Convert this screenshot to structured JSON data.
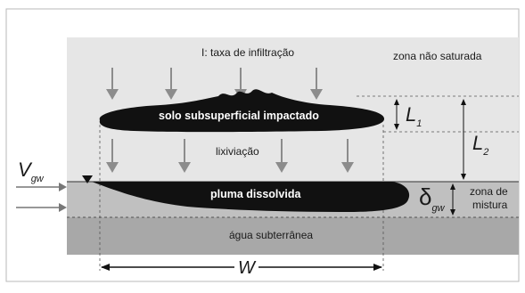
{
  "labels": {
    "infiltration": "I: taxa de infiltração",
    "unsaturated_zone": "zona não saturada",
    "impacted_soil": "solo subsuperficial impactado",
    "leaching": "lixiviação",
    "dissolved_plume": "pluma dissolvida",
    "mixing_zone_line1": "zona de",
    "mixing_zone_line2": "mistura",
    "groundwater": "água subterrânea"
  },
  "symbols": {
    "v_main": "V",
    "v_sub": "gw",
    "l1_main": "L",
    "l1_sub": "1",
    "l2_main": "L",
    "l2_sub": "2",
    "delta_main": "δ",
    "delta_sub": "gw",
    "width": "W"
  },
  "colors": {
    "unsaturated": "#e6e6e6",
    "saturated": "#c0c0c0",
    "groundwater": "#a8a8a8",
    "contaminant": "#111111",
    "arrow": "#8c8c8c"
  }
}
